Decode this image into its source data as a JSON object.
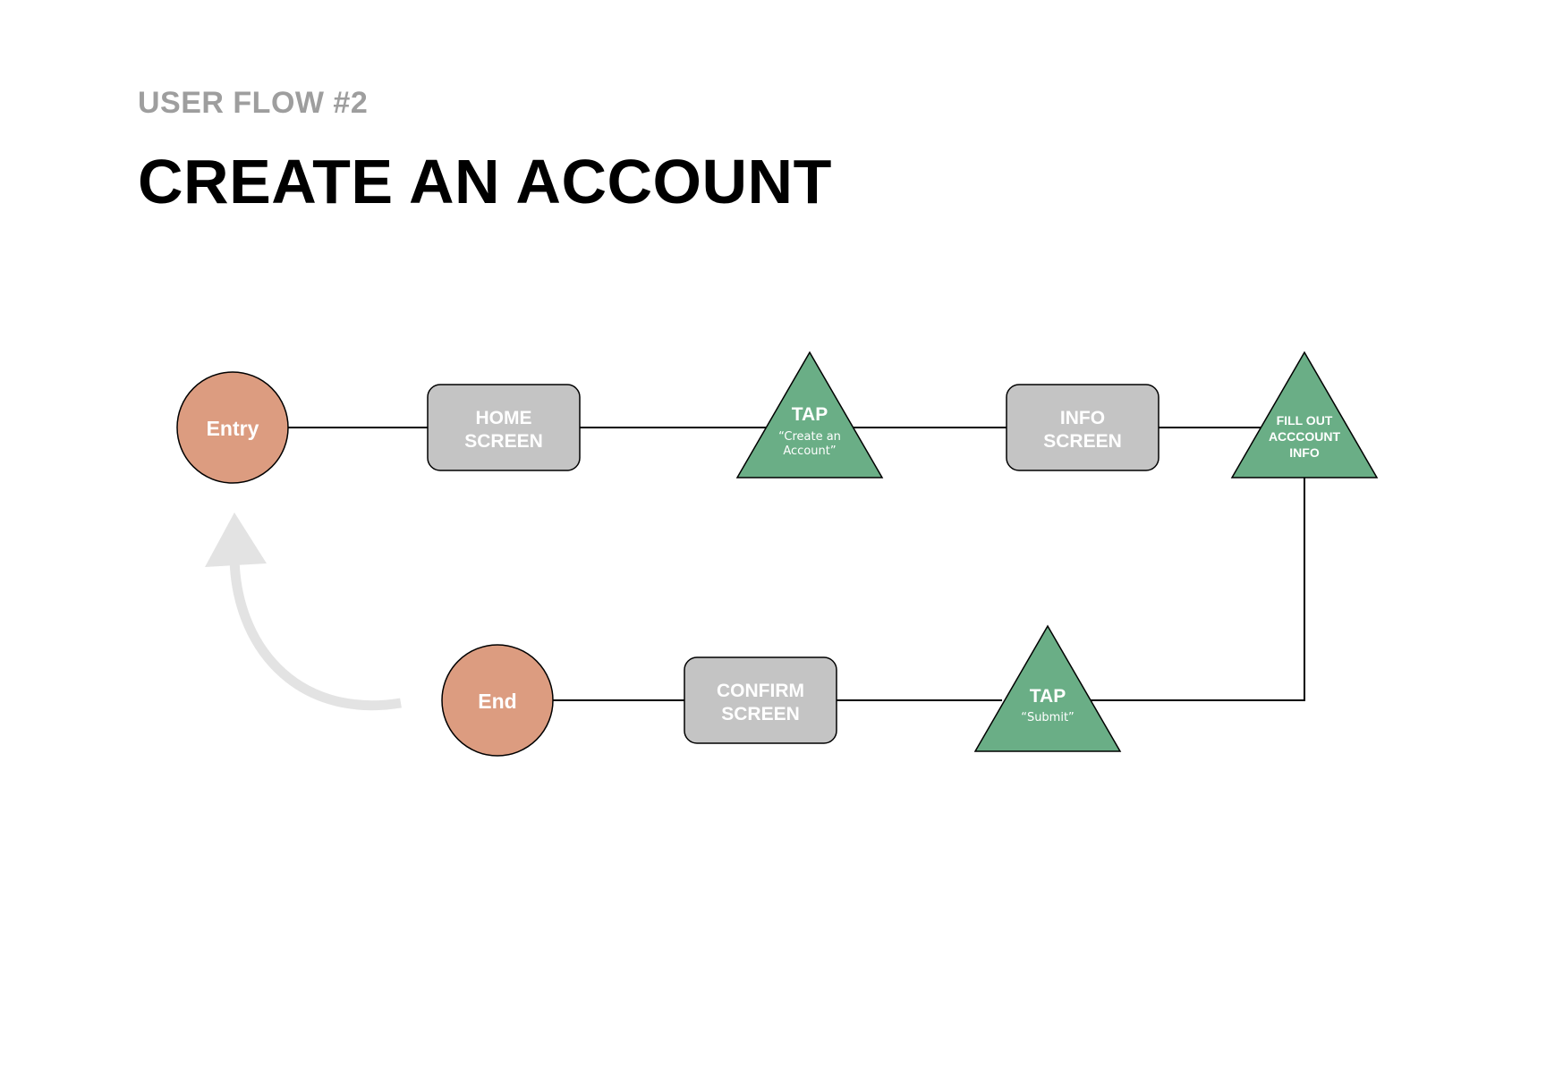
{
  "header": {
    "subtitle": "USER FLOW #2",
    "title": "CREATE AN ACCOUNT"
  },
  "colors": {
    "terminal": "#dc9c80",
    "screen": "#c4c4c4",
    "action": "#6aae86",
    "line": "#000000",
    "return_arrow": "#e3e3e3"
  },
  "nodes": {
    "entry": {
      "label": "Entry"
    },
    "home_screen": {
      "line1": "HOME",
      "line2": "SCREEN"
    },
    "tap_create": {
      "label": "TAP",
      "sub1": "“Create an",
      "sub2": "Account”"
    },
    "info_screen": {
      "line1": "INFO",
      "line2": "SCREEN"
    },
    "fill_out": {
      "line1": "FILL OUT",
      "line2": "ACCCOUNT",
      "line3": "INFO"
    },
    "tap_submit": {
      "label": "TAP",
      "sub1": "“Submit”"
    },
    "confirm_screen": {
      "line1": "CONFIRM",
      "line2": "SCREEN"
    },
    "end": {
      "label": "End"
    }
  }
}
